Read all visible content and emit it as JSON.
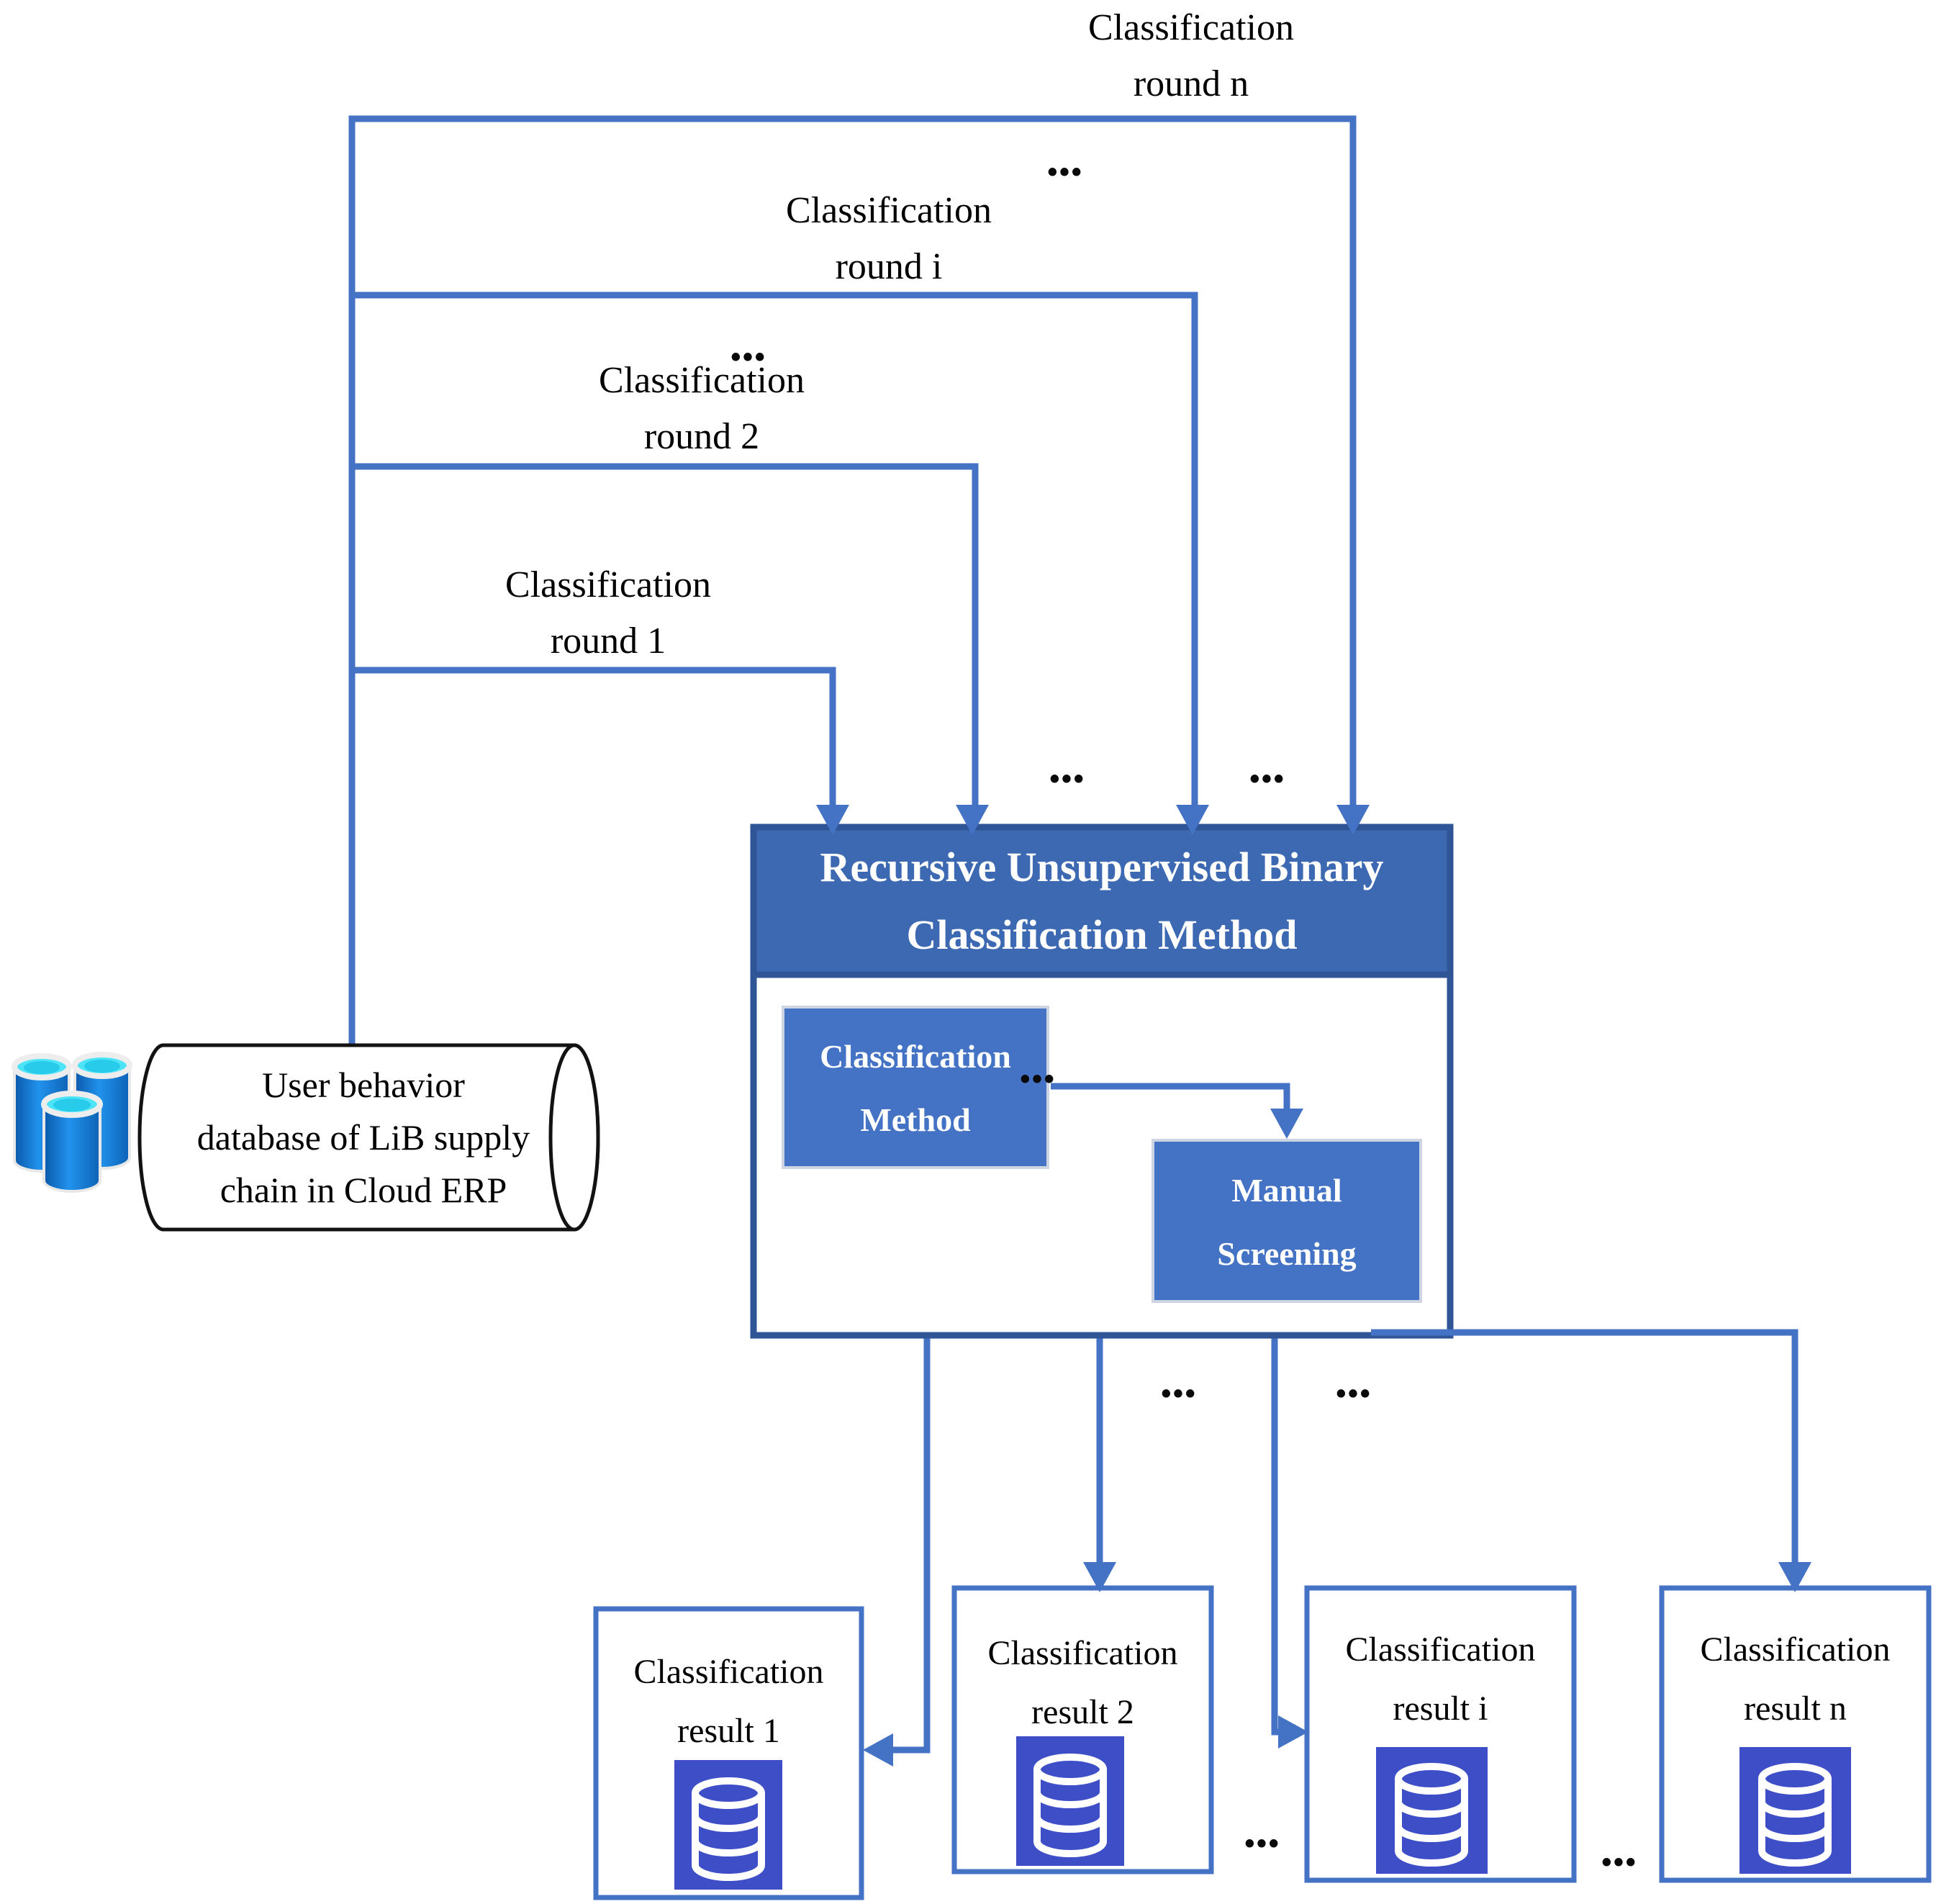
{
  "rounds": [
    {
      "id": "n",
      "line1": "Classification",
      "line2": "round n"
    },
    {
      "id": "i",
      "line1": "Classification",
      "line2": "round i"
    },
    {
      "id": "2",
      "line1": "Classification",
      "line2": "round 2"
    },
    {
      "id": "1",
      "line1": "Classification",
      "line2": "round 1"
    }
  ],
  "main_box": {
    "title_line1": "Recursive Unsupervised Binary",
    "title_line2": "Classification Method",
    "classification_method_line1": "Classification",
    "classification_method_line2": "Method",
    "manual_screening_line1": "Manual",
    "manual_screening_line2": "Screening"
  },
  "source_database": {
    "line1": "User behavior",
    "line2": "database of LiB supply",
    "line3": "chain in Cloud ERP"
  },
  "results": [
    {
      "line1": "Classification",
      "line2": "result 1"
    },
    {
      "line1": "Classification",
      "line2": "result 2"
    },
    {
      "line1": "Classification",
      "line2": "result i"
    },
    {
      "line1": "Classification",
      "line2": "result n"
    }
  ],
  "ellipsis": "•••",
  "icons": {
    "source_database": "blue-database-cylinders-icon",
    "result_square": "white-database-icon",
    "storage_shape": "horizontal-cylinder-shape"
  },
  "colors": {
    "connector_blue": "#4472C4",
    "main_box_border": "#2F5597",
    "header_fill": "#3C69B1",
    "inner_box_fill": "#4472C4",
    "inner_box_border": "#CDD5E2",
    "result_box_border": "#4472C4",
    "result_square_fill": "#3D4EC6",
    "db_icon_body": "#1272CE",
    "db_icon_top": "#4DE4F8",
    "text_black": "#000000",
    "text_white": "#FFFFFF"
  }
}
